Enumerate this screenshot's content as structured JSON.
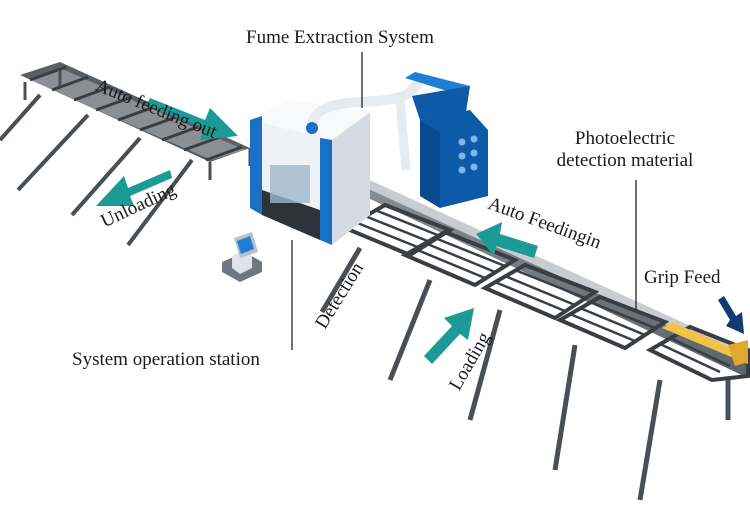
{
  "labels": {
    "fume_extraction": "Fume Extraction System",
    "auto_feeding_out": "Auto feeding out",
    "unloading": "Unloading",
    "photoelectric_line1": "Photoelectric",
    "photoelectric_line2": "detection material",
    "auto_feeding_in": "Auto Feedingin",
    "grip_feed": "Grip Feed",
    "detection": "Detection",
    "loading": "Loading",
    "operation_station": "System operation station"
  },
  "colors": {
    "arrow_teal": "#1b9a96",
    "machine_blue": "#1a6fc7",
    "dust_collector_blue": "#0d5aa8",
    "frame_dark": "#3a3e44",
    "grip_feed_yellow": "#f2c24a",
    "pointer_navy": "#123a73"
  },
  "icons": {
    "direction_arrows": "teal-arrow-icon",
    "grip_feed_pointer": "navy-pointer-arrow-icon"
  }
}
